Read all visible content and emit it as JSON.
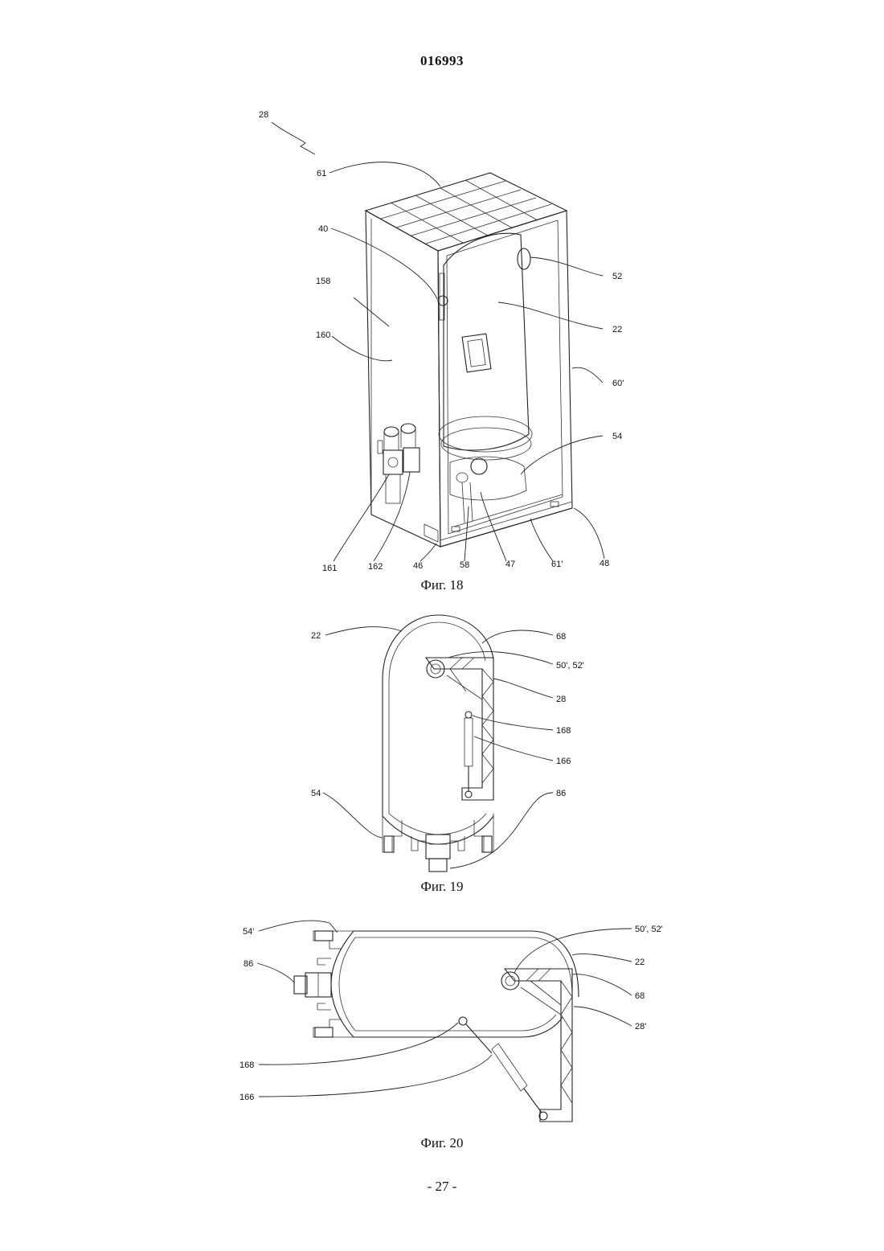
{
  "document_number": "016993",
  "page_number": "- 27 -",
  "figures": [
    {
      "caption": "Фиг. 18",
      "labels": {
        "l28": "28",
        "l61": "61",
        "l40": "40",
        "l52": "52",
        "l158": "158",
        "l22": "22",
        "l160": "160",
        "l60p": "60'",
        "l54": "54",
        "l161": "161",
        "l162": "162",
        "l46": "46",
        "l58": "58",
        "l47": "47",
        "l61p": "61'",
        "l48": "48"
      }
    },
    {
      "caption": "Фиг. 19",
      "labels": {
        "l22": "22",
        "l68": "68",
        "l5052": "50', 52'",
        "l28": "28",
        "l168": "168",
        "l166": "166",
        "l54": "54",
        "l86": "86"
      }
    },
    {
      "caption": "Фиг. 20",
      "labels": {
        "l54p": "54'",
        "l5052": "50', 52'",
        "l86": "86",
        "l22": "22",
        "l68": "68",
        "l28p": "28'",
        "l168": "168",
        "l166": "166"
      }
    }
  ]
}
